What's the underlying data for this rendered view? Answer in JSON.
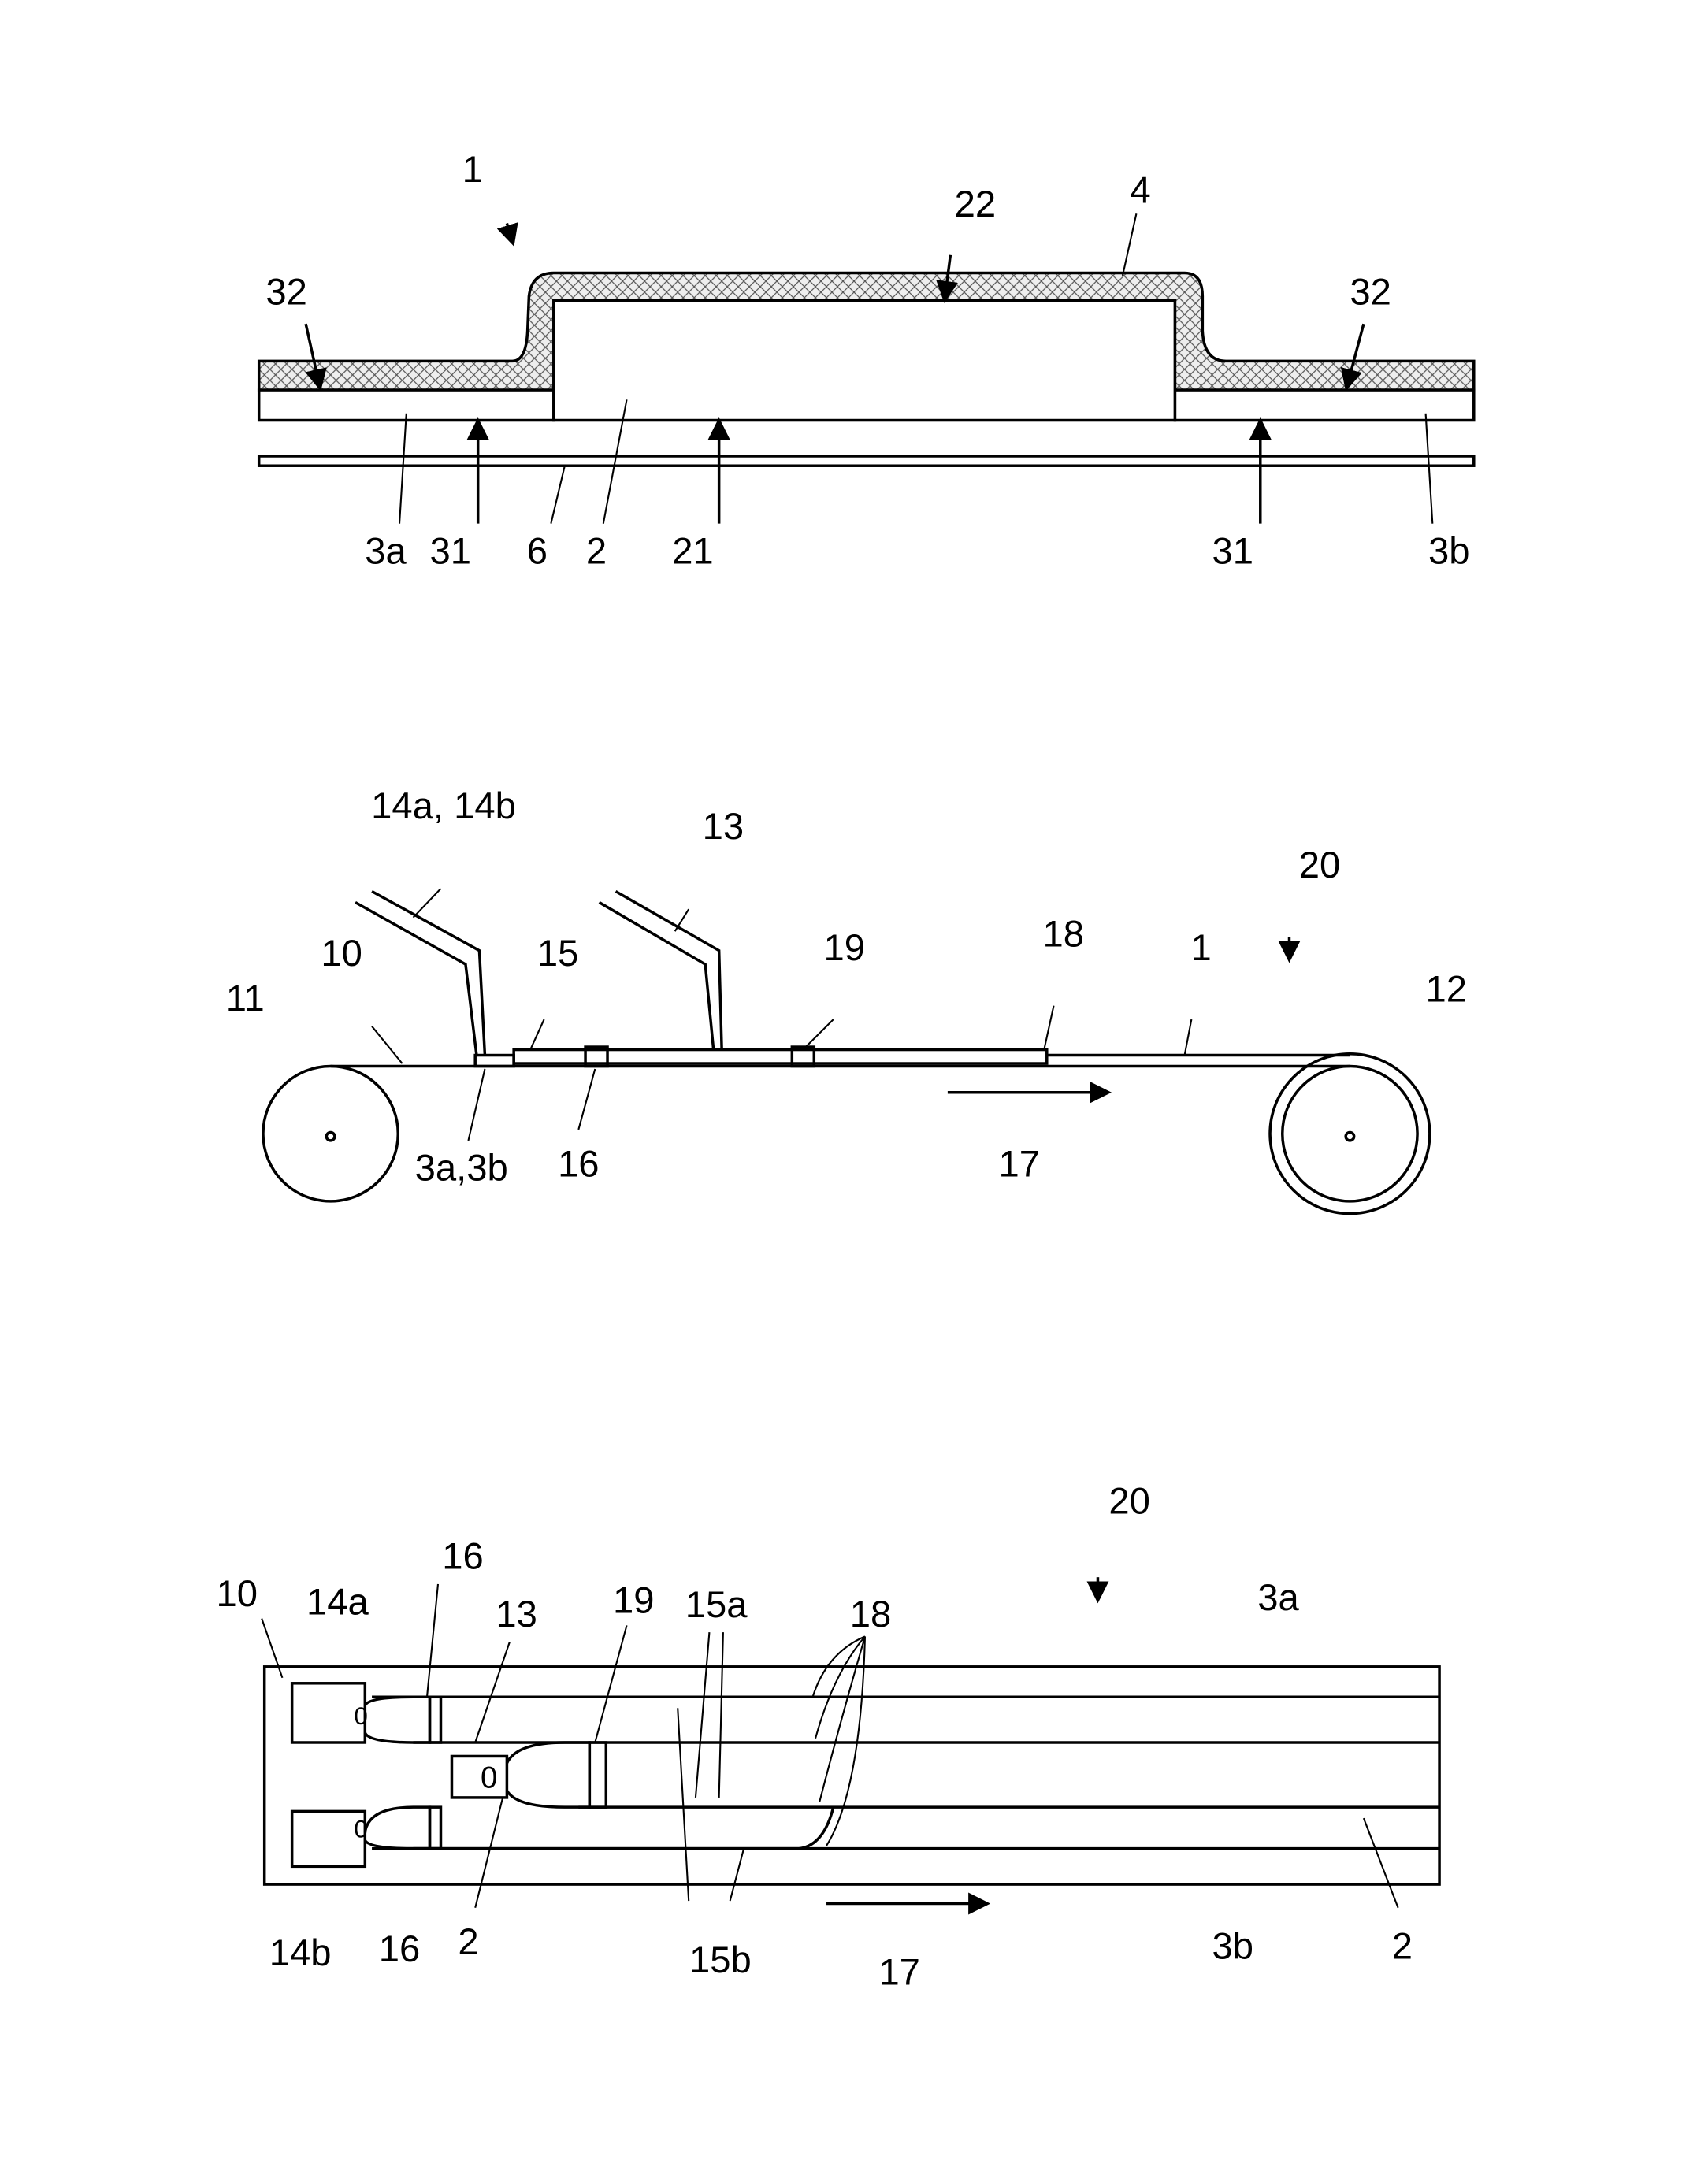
{
  "figure_top": {
    "labels": {
      "l1": "1",
      "l22": "22",
      "l4": "4",
      "l32a": "32",
      "l32b": "32",
      "l3a": "3a",
      "l31a": "31",
      "l6": "6",
      "l2": "2",
      "l21": "21",
      "l31b": "31",
      "l3b": "3b"
    }
  },
  "figure_middle": {
    "labels": {
      "l14": "14a, 14b",
      "l13": "13",
      "l20": "20",
      "l10": "10",
      "l15": "15",
      "l19": "19",
      "l18": "18",
      "l1": "1",
      "l11": "11",
      "l12": "12",
      "l3": "3a,3b",
      "l16": "16",
      "l17": "17"
    }
  },
  "figure_bottom": {
    "labels": {
      "l20": "20",
      "l10": "10",
      "l14a": "14a",
      "l16a": "16",
      "l13": "13",
      "l19": "19",
      "l15a": "15a",
      "l18": "18",
      "l3a": "3a",
      "l14b": "14b",
      "l16b": "16",
      "l2a": "2",
      "l15b": "15b",
      "l17": "17",
      "l3b": "3b",
      "l2b": "2",
      "n1": "0",
      "n2": "0",
      "n3": "0"
    }
  }
}
